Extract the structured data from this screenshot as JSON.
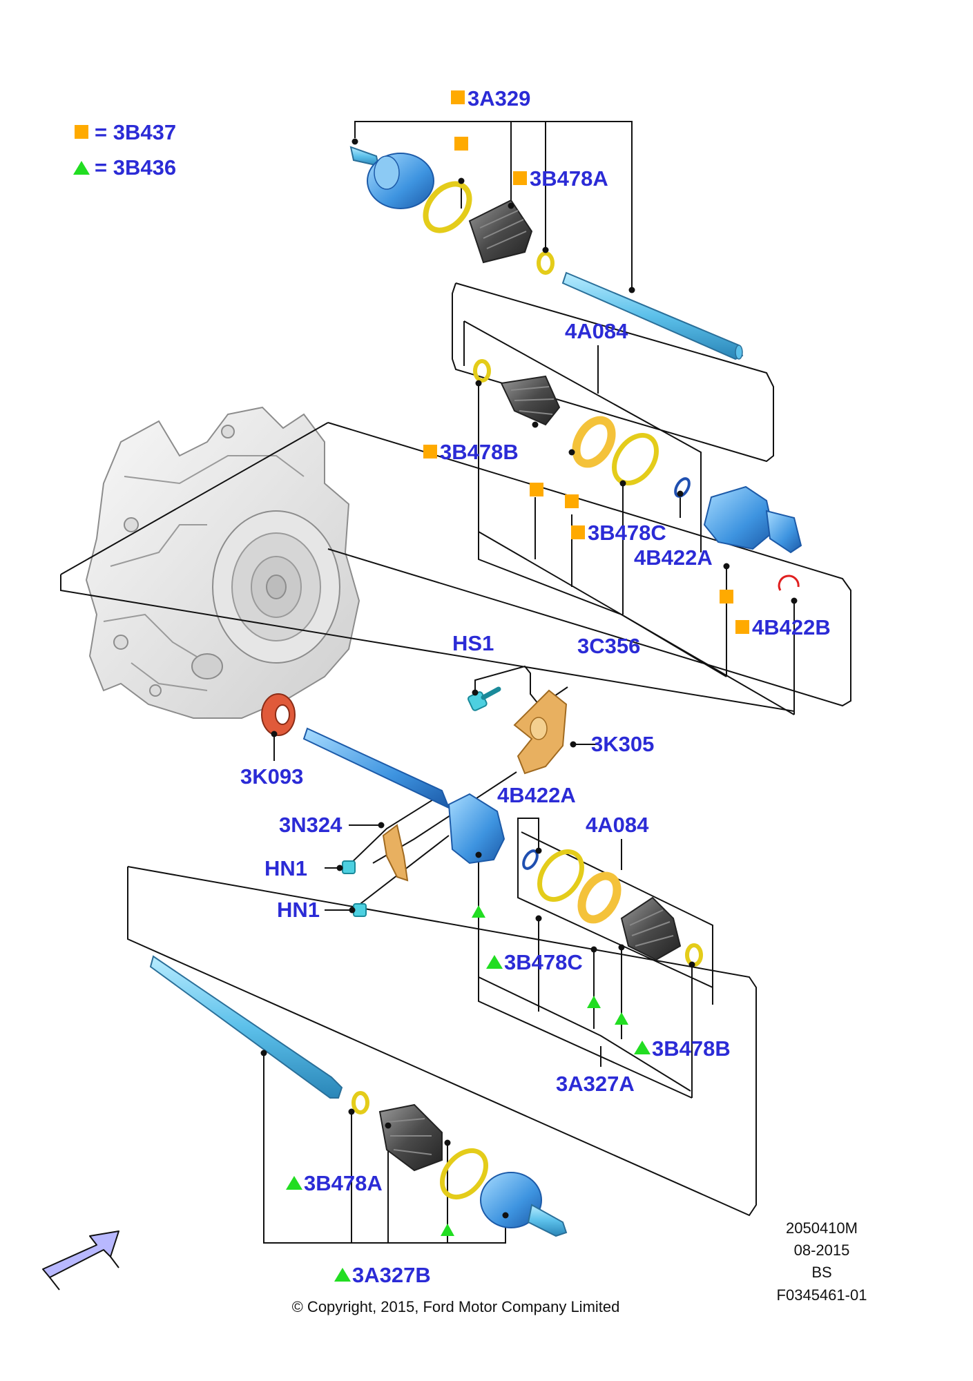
{
  "legend": [
    {
      "symbol": "square",
      "text": "= 3B437"
    },
    {
      "symbol": "triangle",
      "text": "= 3B436"
    }
  ],
  "callouts": {
    "c_3A329": "3A329",
    "c_3B478A_top": "3B478A",
    "c_4A084_top": "4A084",
    "c_3B478B_top": "3B478B",
    "c_3B478C_top": "3B478C",
    "c_4B422A_top": "4B422A",
    "c_4B422B": "4B422B",
    "c_3C356": "3C356",
    "c_HS1": "HS1",
    "c_3K305": "3K305",
    "c_3K093": "3K093",
    "c_4B422A_mid": "4B422A",
    "c_3N324": "3N324",
    "c_4A084_mid": "4A084",
    "c_HN1_a": "HN1",
    "c_HN1_b": "HN1",
    "c_3B478C_bot": "3B478C",
    "c_3B478B_bot": "3B478B",
    "c_3A327A": "3A327A",
    "c_3B478A_bot": "3B478A",
    "c_3A327B": "3A327B"
  },
  "info_block": [
    "2050410M",
    "08-2015",
    "BS",
    "F0345461-01"
  ],
  "copyright": "© Copyright, 2015, Ford Motor Company Limited",
  "colors": {
    "label": "#2b2bd6",
    "square": "#ffaa00",
    "triangle": "#22dd22",
    "shaft": "#6ec6ec",
    "joint": "#4aa8e8",
    "boot": "#555555",
    "clamp": "#f2e22a",
    "ring": "#f4c23a",
    "seal": "#e05a3a",
    "bracket": "#e8b060",
    "bolt": "#4dd0e0",
    "arrow": "#b8b8ff"
  }
}
